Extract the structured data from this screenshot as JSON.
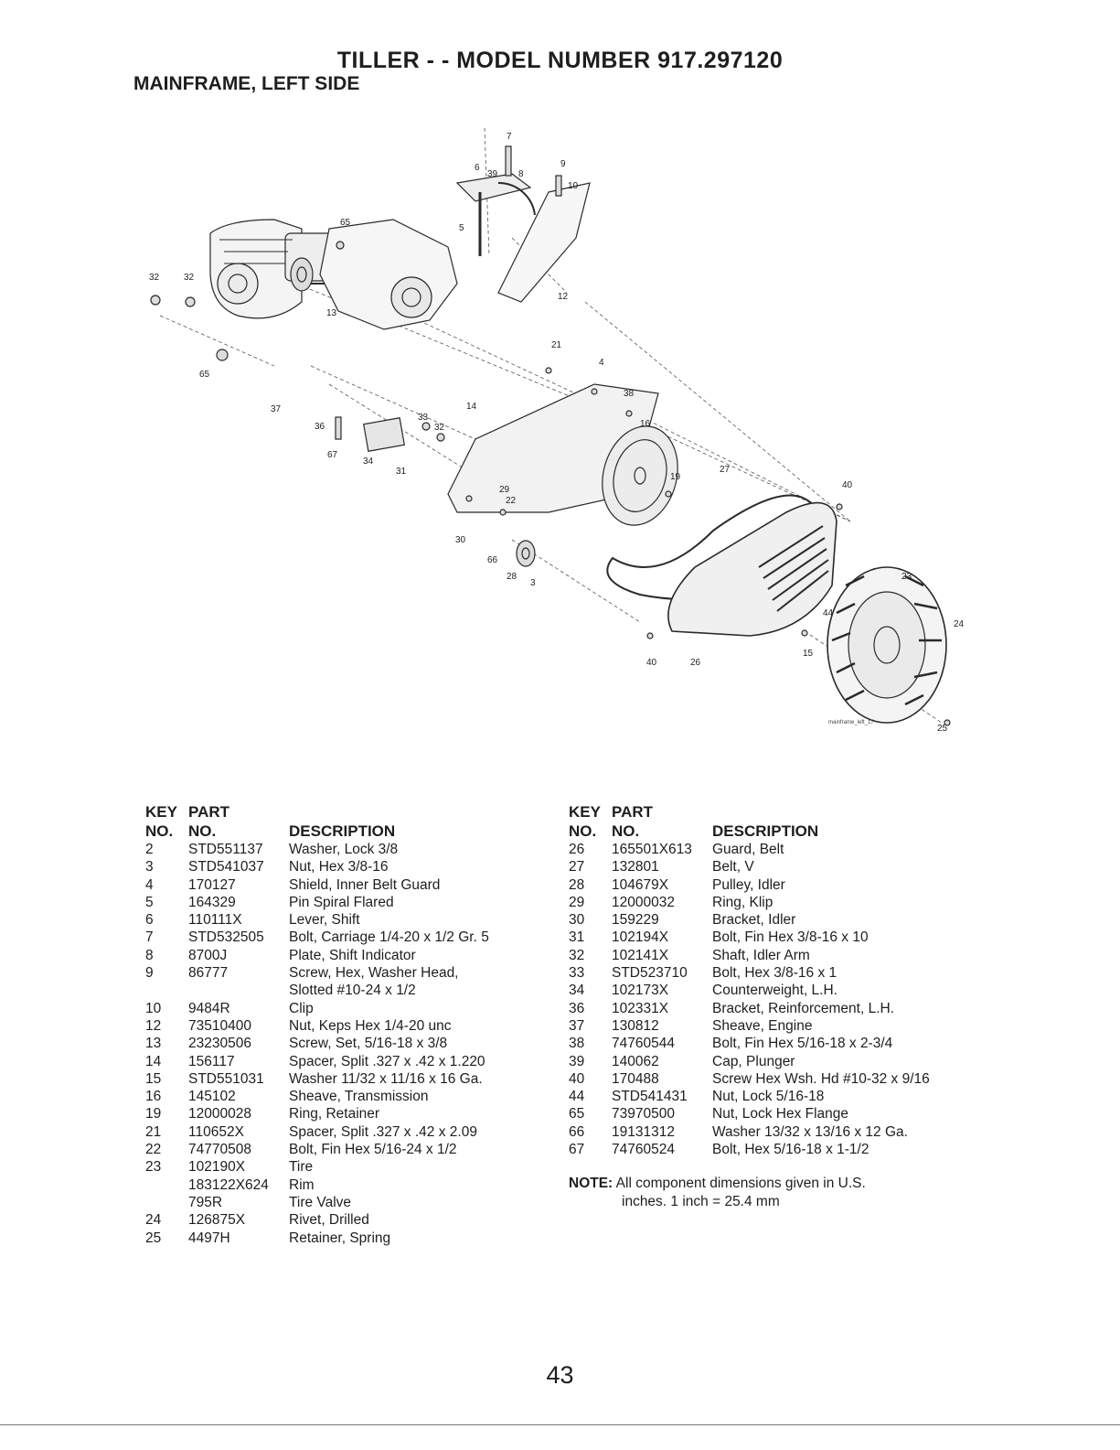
{
  "header": {
    "title": "TILLER - - MODEL NUMBER 917.297120",
    "subtitle": "MAINFRAME, LEFT SIDE"
  },
  "diagram": {
    "figure_id": "mainframe_left_17",
    "callouts": [
      "7",
      "6",
      "39",
      "8",
      "9",
      "10",
      "5",
      "65",
      "32",
      "32",
      "12",
      "13",
      "21",
      "4",
      "38",
      "65",
      "37",
      "14",
      "33",
      "32",
      "16",
      "36",
      "67",
      "34",
      "31",
      "19",
      "27",
      "40",
      "29",
      "22",
      "30",
      "66",
      "28",
      "3",
      "23",
      "44",
      "24",
      "15",
      "40",
      "26",
      "25"
    ]
  },
  "table_header": {
    "key_line1": "KEY",
    "key_line2": "NO.",
    "part_line1": "PART",
    "part_line2": "NO.",
    "description": "DESCRIPTION"
  },
  "parts_left": [
    {
      "key": "2",
      "part": "STD551137",
      "desc": "Washer, Lock 3/8"
    },
    {
      "key": "3",
      "part": "STD541037",
      "desc": "Nut, Hex 3/8-16"
    },
    {
      "key": "4",
      "part": "170127",
      "desc": "Shield, Inner Belt Guard"
    },
    {
      "key": "5",
      "part": "164329",
      "desc": "Pin Spiral Flared"
    },
    {
      "key": "6",
      "part": "110111X",
      "desc": "Lever, Shift"
    },
    {
      "key": "7",
      "part": "STD532505",
      "desc": "Bolt, Carriage 1/4-20 x 1/2 Gr. 5"
    },
    {
      "key": "8",
      "part": "8700J",
      "desc": "Plate, Shift Indicator"
    },
    {
      "key": "9",
      "part": "86777",
      "desc": "Screw, Hex, Washer Head,"
    },
    {
      "key": "",
      "part": "",
      "desc": "Slotted #10-24 x 1/2"
    },
    {
      "key": "10",
      "part": "9484R",
      "desc": "Clip"
    },
    {
      "key": "12",
      "part": "73510400",
      "desc": "Nut, Keps Hex 1/4-20 unc"
    },
    {
      "key": "13",
      "part": "23230506",
      "desc": "Screw, Set, 5/16-18 x 3/8"
    },
    {
      "key": "14",
      "part": "156117",
      "desc": "Spacer, Split .327 x .42 x 1.220"
    },
    {
      "key": "15",
      "part": "STD551031",
      "desc": "Washer 11/32 x 11/16 x 16 Ga."
    },
    {
      "key": "16",
      "part": "145102",
      "desc": "Sheave, Transmission"
    },
    {
      "key": "19",
      "part": "12000028",
      "desc": "Ring, Retainer"
    },
    {
      "key": "21",
      "part": "110652X",
      "desc": "Spacer, Split .327 x .42 x 2.09"
    },
    {
      "key": "22",
      "part": "74770508",
      "desc": "Bolt, Fin Hex 5/16-24 x 1/2"
    },
    {
      "key": "23",
      "part": "102190X",
      "desc": "Tire"
    },
    {
      "key": "",
      "part": "183122X624",
      "desc": "Rim"
    },
    {
      "key": "",
      "part": "795R",
      "desc": "Tire Valve"
    },
    {
      "key": "24",
      "part": "126875X",
      "desc": "Rivet, Drilled"
    },
    {
      "key": "25",
      "part": "4497H",
      "desc": "Retainer, Spring"
    }
  ],
  "parts_right": [
    {
      "key": "26",
      "part": "165501X613",
      "desc": "Guard, Belt"
    },
    {
      "key": "27",
      "part": "132801",
      "desc": "Belt, V"
    },
    {
      "key": "28",
      "part": "104679X",
      "desc": "Pulley, Idler"
    },
    {
      "key": "29",
      "part": "12000032",
      "desc": "Ring, Klip"
    },
    {
      "key": "30",
      "part": "159229",
      "desc": "Bracket, Idler"
    },
    {
      "key": "31",
      "part": "102194X",
      "desc": "Bolt, Fin Hex 3/8-16 x 10"
    },
    {
      "key": "32",
      "part": "102141X",
      "desc": "Shaft, Idler Arm"
    },
    {
      "key": "33",
      "part": "STD523710",
      "desc": "Bolt, Hex 3/8-16 x 1"
    },
    {
      "key": "34",
      "part": "102173X",
      "desc": "Counterweight, L.H."
    },
    {
      "key": "36",
      "part": "102331X",
      "desc": "Bracket, Reinforcement, L.H."
    },
    {
      "key": "37",
      "part": "130812",
      "desc": "Sheave, Engine"
    },
    {
      "key": "38",
      "part": "74760544",
      "desc": "Bolt, Fin Hex 5/16-18 x 2-3/4"
    },
    {
      "key": "39",
      "part": "140062",
      "desc": "Cap, Plunger"
    },
    {
      "key": "40",
      "part": "170488",
      "desc": "Screw Hex Wsh. Hd #10-32 x 9/16"
    },
    {
      "key": "44",
      "part": "STD541431",
      "desc": "Nut, Lock 5/16-18"
    },
    {
      "key": "65",
      "part": "73970500",
      "desc": "Nut, Lock Hex Flange"
    },
    {
      "key": "66",
      "part": "19131312",
      "desc": "Washer 13/32 x 13/16 x 12 Ga."
    },
    {
      "key": "67",
      "part": "74760524",
      "desc": "Bolt, Hex 5/16-18 x 1-1/2"
    }
  ],
  "note": {
    "label": "NOTE:",
    "line1": "All component dimensions given in U.S.",
    "line2": "inches. 1 inch = 25.4 mm"
  },
  "page_number": "43"
}
